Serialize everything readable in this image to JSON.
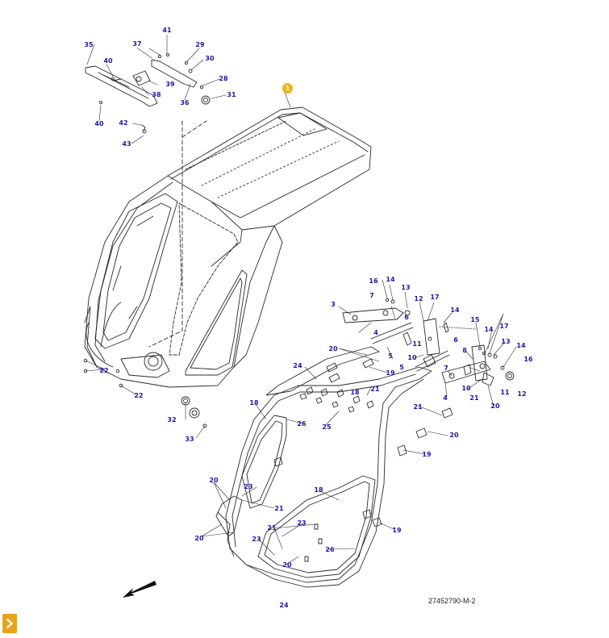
{
  "diagram": {
    "reference_code": "27452790-M-2",
    "highlight_badge": "1",
    "callouts": [
      {
        "label": "41"
      },
      {
        "label": "35"
      },
      {
        "label": "37"
      },
      {
        "label": "29"
      },
      {
        "label": "30"
      },
      {
        "label": "40"
      },
      {
        "label": "39"
      },
      {
        "label": "28"
      },
      {
        "label": "38"
      },
      {
        "label": "36"
      },
      {
        "label": "31"
      },
      {
        "label": "40"
      },
      {
        "label": "42"
      },
      {
        "label": "43"
      },
      {
        "label": "16"
      },
      {
        "label": "14"
      },
      {
        "label": "13"
      },
      {
        "label": "7"
      },
      {
        "label": "12"
      },
      {
        "label": "17"
      },
      {
        "label": "3"
      },
      {
        "label": "6"
      },
      {
        "label": "14"
      },
      {
        "label": "4"
      },
      {
        "label": "15"
      },
      {
        "label": "11"
      },
      {
        "label": "14"
      },
      {
        "label": "17"
      },
      {
        "label": "6"
      },
      {
        "label": "13"
      },
      {
        "label": "14"
      },
      {
        "label": "20"
      },
      {
        "label": "5"
      },
      {
        "label": "10"
      },
      {
        "label": "8"
      },
      {
        "label": "16"
      },
      {
        "label": "24"
      },
      {
        "label": "5"
      },
      {
        "label": "19"
      },
      {
        "label": "7"
      },
      {
        "label": "21"
      },
      {
        "label": "10"
      },
      {
        "label": "11"
      },
      {
        "label": "12"
      },
      {
        "label": "22"
      },
      {
        "label": "22"
      },
      {
        "label": "18"
      },
      {
        "label": "4"
      },
      {
        "label": "21"
      },
      {
        "label": "20"
      },
      {
        "label": "32"
      },
      {
        "label": "18"
      },
      {
        "label": "26"
      },
      {
        "label": "25"
      },
      {
        "label": "21"
      },
      {
        "label": "33"
      },
      {
        "label": "20"
      },
      {
        "label": "19"
      },
      {
        "label": "20"
      },
      {
        "label": "23"
      },
      {
        "label": "18"
      },
      {
        "label": "21"
      },
      {
        "label": "23"
      },
      {
        "label": "20"
      },
      {
        "label": "21"
      },
      {
        "label": "19"
      },
      {
        "label": "23"
      },
      {
        "label": "26"
      },
      {
        "label": "20"
      },
      {
        "label": "24"
      }
    ]
  },
  "colors": {
    "callout": "#1a1aa6",
    "badge": "#f0b21a",
    "line": "#2a2a2a",
    "expand_button": "#e8a31a"
  },
  "icons": {
    "expand": "chevron-right-icon",
    "direction": "direction-arrow-icon"
  }
}
